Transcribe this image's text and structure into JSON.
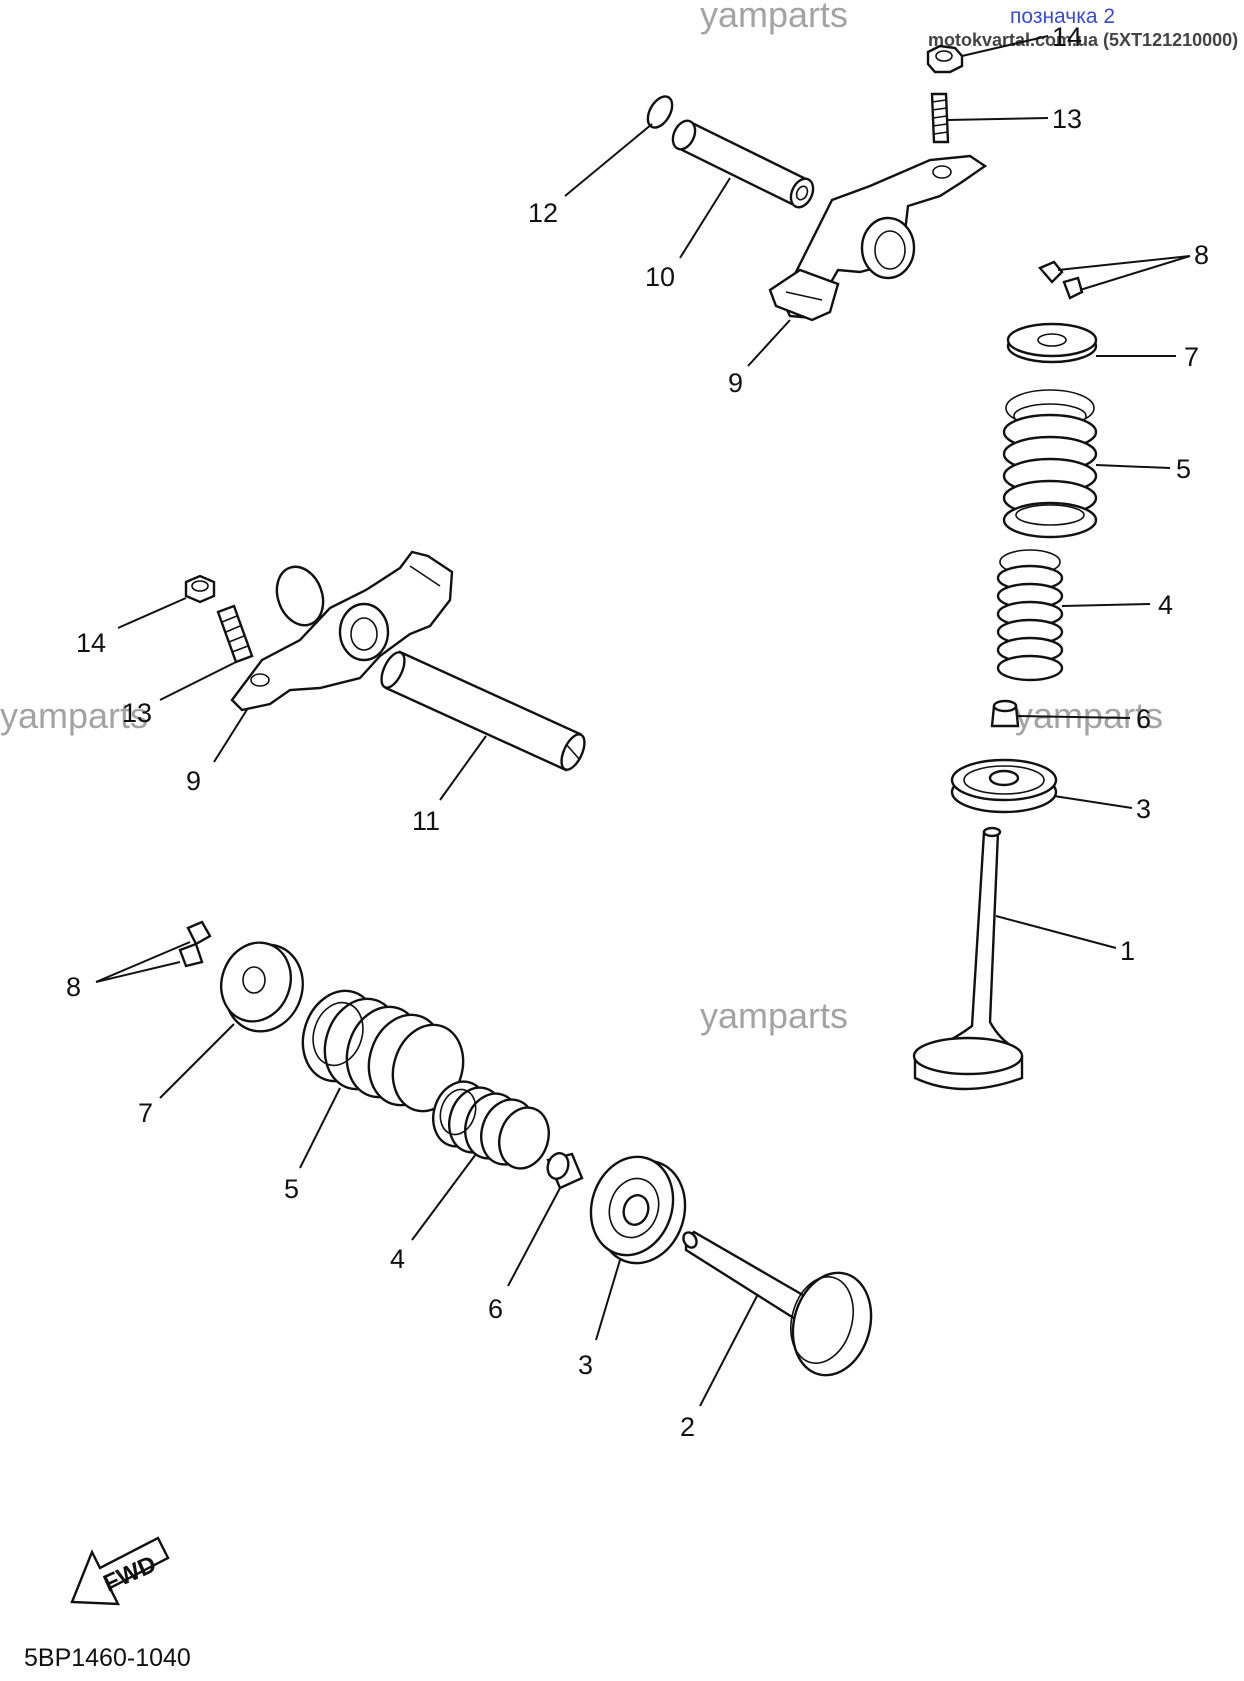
{
  "header": {
    "mark_label": "позначка 2",
    "source_text": "motokvartal.com.ua (5XT121210000)"
  },
  "watermarks": [
    "yamparts",
    "yamparts",
    "yamparts",
    "yamparts"
  ],
  "callouts": {
    "upper_rocker_nut": "14",
    "upper_rocker_screw": "13",
    "upper_oring": "12",
    "upper_shaft": "10",
    "upper_rocker_arm": "9",
    "upper_cotter": "8",
    "upper_retainer": "7",
    "upper_outer_spring": "5",
    "upper_inner_spring": "4",
    "upper_stem_seal": "6",
    "upper_spring_seat": "3",
    "exhaust_valve": "1",
    "lower_rocker_nut": "14",
    "lower_rocker_screw": "13",
    "lower_rocker_arm": "9",
    "lower_shaft": "11",
    "lower_cotter": "8",
    "lower_retainer": "7",
    "lower_outer_spring": "5",
    "lower_inner_spring": "4",
    "lower_stem_seal": "6",
    "lower_spring_seat": "3",
    "intake_valve": "2"
  },
  "fwd_label": "FWD",
  "diagram_code": "5BP1460-1040"
}
